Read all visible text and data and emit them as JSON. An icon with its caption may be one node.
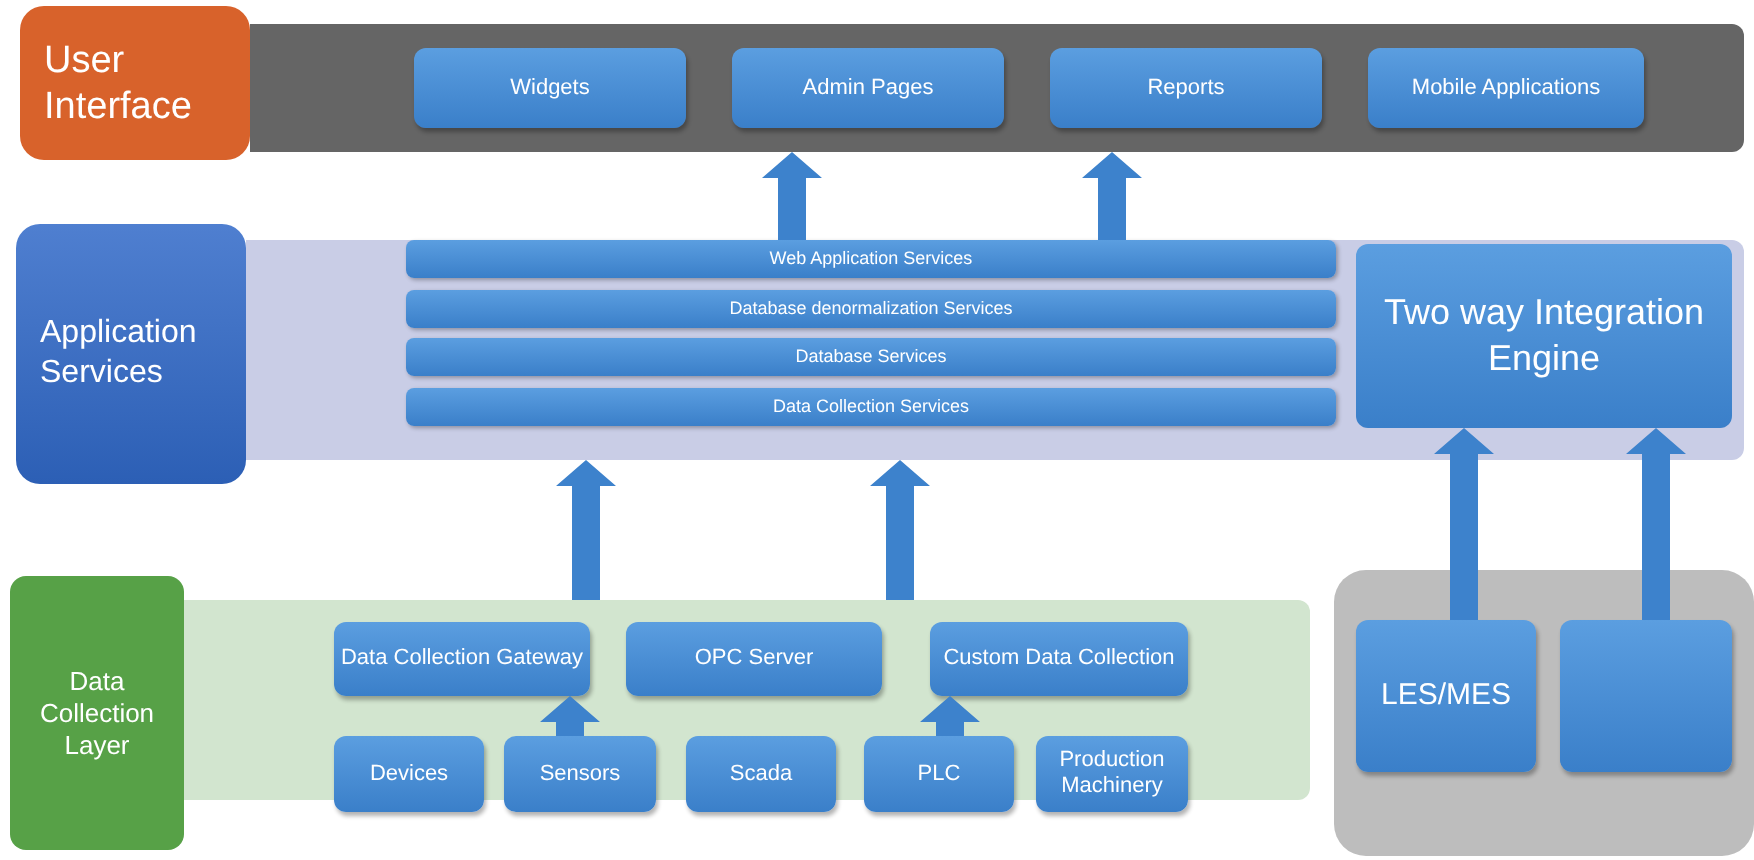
{
  "diagram": {
    "nodes": [
      {
        "text": [],
        "shape": "bar"
      },
      {
        "text": [
          "User Interface"
        ]
      },
      {
        "text": [
          "Widgets"
        ],
        "in": 0
      },
      {
        "text": [
          "Admin Pages"
        ],
        "in": 0
      },
      {
        "text": [
          "Reports"
        ],
        "in": 0
      },
      {
        "text": [
          "Mobile Applications"
        ],
        "in": 0
      },
      {
        "text": [],
        "shape": "bar"
      },
      {
        "text": [
          "Application Services"
        ]
      },
      {
        "text": [
          "Web Application Services"
        ],
        "in": 6
      },
      {
        "text": [
          "Database denormalization Services"
        ],
        "in": 6
      },
      {
        "text": [
          "Database Services"
        ],
        "in": 6
      },
      {
        "text": [
          "Data Collection Services"
        ],
        "in": 6
      },
      {
        "text": [
          "Two way Integration Engine"
        ],
        "in": 6
      },
      {
        "text": [],
        "shape": "bar"
      },
      {
        "text": [
          "Data Collection Layer"
        ]
      },
      {
        "text": [
          "Data Collection Gateway"
        ],
        "in": 13
      },
      {
        "text": [
          "OPC Server"
        ],
        "in": 13
      },
      {
        "text": [
          "Custom Data Collection"
        ],
        "in": 13
      },
      {
        "text": [
          "Devices"
        ],
        "in": 13
      },
      {
        "text": [
          "Sensors"
        ],
        "in": 13
      },
      {
        "text": [
          "Scada"
        ],
        "in": 13
      },
      {
        "text": [
          "PLC"
        ],
        "in": 13
      },
      {
        "text": [
          "Production Machinery"
        ],
        "in": 13
      },
      {
        "text": [],
        "shape": "box"
      },
      {
        "text": [
          "LES/MES"
        ],
        "in": 23
      },
      {
        "text": [],
        "shape": "box",
        "in": 23
      }
    ],
    "edges": [
      {
        "from": 6,
        "to": 0,
        "arrow": "to",
        "style": "thick"
      },
      {
        "from": 6,
        "to": 0,
        "arrow": "to",
        "style": "thick"
      },
      {
        "from": 13,
        "to": 6,
        "arrow": "to",
        "style": "thick"
      },
      {
        "from": 13,
        "to": 6,
        "arrow": "to",
        "style": "thick"
      },
      {
        "from": 24,
        "to": 12,
        "arrow": "to",
        "style": "thick"
      },
      {
        "from": 25,
        "to": 12,
        "arrow": "to",
        "style": "thick"
      },
      {
        "from": 19,
        "to": 15,
        "arrow": "to",
        "style": "thick"
      },
      {
        "from": 21,
        "to": 17,
        "arrow": "to",
        "style": "thick"
      }
    ]
  }
}
